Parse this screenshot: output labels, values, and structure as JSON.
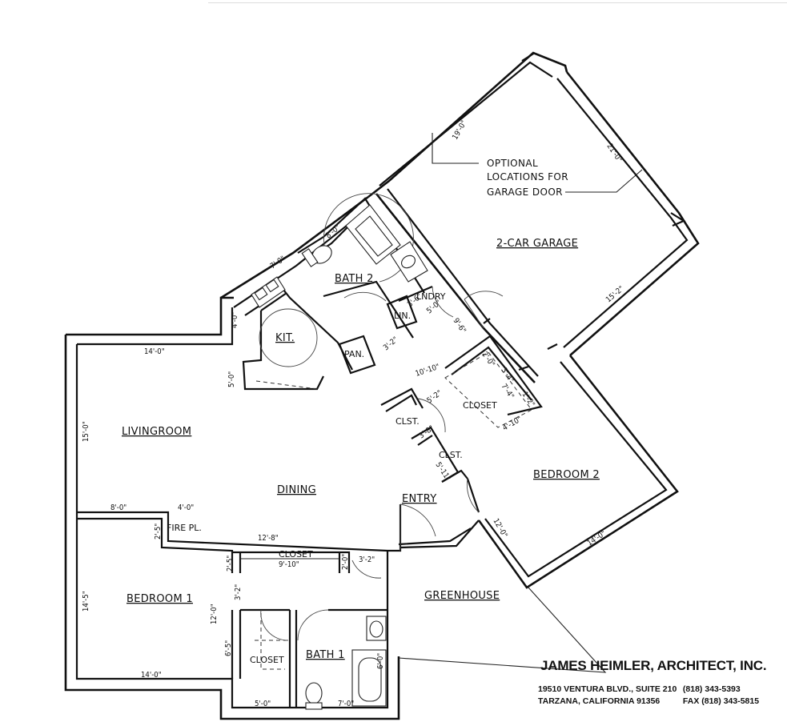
{
  "rooms": {
    "garage": "2-CAR GARAGE",
    "bath2": "BATH 2",
    "kitchen": "KIT.",
    "laundry": "LNDRY",
    "linen": "LIN.",
    "pantry": "PAN.",
    "living": "LIVINGROOM",
    "dining": "DINING",
    "closet_hall": "CLOSET",
    "clst_a": "CLST.",
    "clst_b": "CLST.",
    "bedroom2": "BEDROOM 2",
    "entry": "ENTRY",
    "fireplace": "FIRE PL.",
    "closet_bed1": "CLOSET",
    "bedroom1": "BEDROOM 1",
    "closet_bath1": "CLOSET",
    "bath1": "BATH 1",
    "greenhouse": "GREENHOUSE"
  },
  "note": {
    "line1": "OPTIONAL",
    "line2": "LOCATIONS FOR",
    "line3": "GARAGE DOOR"
  },
  "dimensions": {
    "garage_19": "19'-0\"",
    "garage_21": "21'-0\"",
    "garage_15": "15'-2\"",
    "bath2_8": "8'-0\"",
    "kit_7": "7'-0\"",
    "kit_4": "4'-0\"",
    "kit_5": "5'-0\"",
    "lndry_3": "3'-6\"",
    "lndry_5": "5'-0\"",
    "lin_9": "9'-6\"",
    "hall_3_2": "3'-2\"",
    "hall_10": "10'-10\"",
    "closet_2": "2'-0\"",
    "closet_3_4": "3'-4\"",
    "closet_7_4": "7'-4\"",
    "closet_1": "1'-2\"",
    "closet_4_10": "4'-10\"",
    "clst_5_2": "5'-2\"",
    "clst_3_8": "3'-8\"",
    "clst_5_11": "5'-11\"",
    "living_14": "14'-0\"",
    "living_15": "15'-0\"",
    "living_8": "8'-0\"",
    "fire_4": "4'-0\"",
    "fire_2_5": "2'-5\"",
    "bed2_12": "12'-0\"",
    "bed2_14": "14'-0\"",
    "hall_12_8": "12'-8\"",
    "closet_2_5": "2'-5\"",
    "closet_9_10": "9'-10\"",
    "closet_2_0": "2'-0\"",
    "entry_3_2": "3'-2\"",
    "bed1_3_2": "3'-2\"",
    "bed1_14_5": "14'-5\"",
    "bed1_12": "12'-0\"",
    "bed1_6_5": "6'-5\"",
    "bed1_14": "14'-0\"",
    "bath1_6": "6'-0\"",
    "bath1_5": "5'-0\"",
    "bath1_7": "7'-0\""
  },
  "title_block": {
    "firm": "JAMES HEIMLER, ARCHITECT, INC.",
    "address": "19510 VENTURA BLVD., SUITE 210",
    "phone": "(818) 343-5393",
    "city": "TARZANA, CALIFORNIA 91356",
    "fax": "FAX (818) 343-5815"
  }
}
